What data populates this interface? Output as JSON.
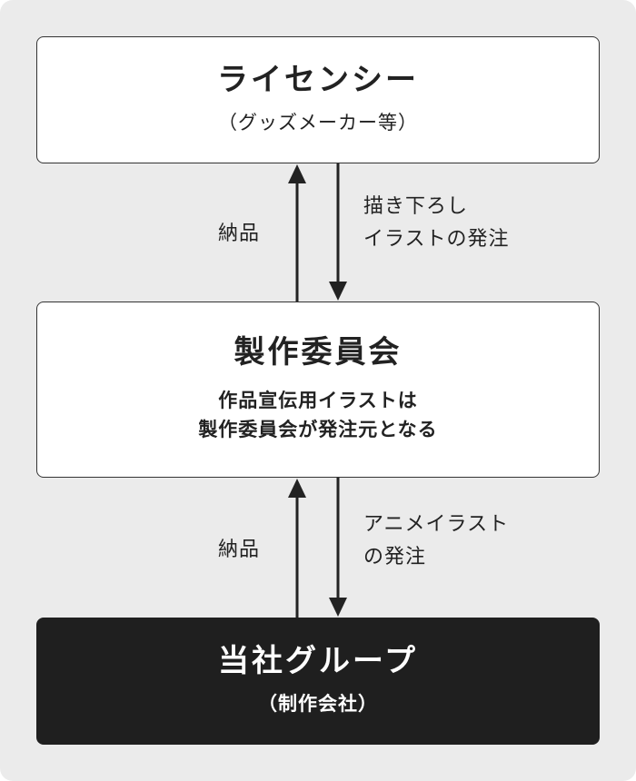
{
  "nodes": {
    "licensee": {
      "title": "ライセンシー",
      "subtitle": "（グッズメーカー等）"
    },
    "committee": {
      "title": "製作委員会",
      "subtitle": "作品宣伝用イラストは\n製作委員会が発注元となる"
    },
    "group": {
      "title": "当社グループ",
      "subtitle": "（制作会社）"
    }
  },
  "edges": {
    "committee_to_licensee": "納品",
    "licensee_to_committee": "描き下ろし\nイラストの発注",
    "group_to_committee": "納品",
    "committee_to_group": "アニメイラスト\nの発注"
  },
  "colors": {
    "background": "#ebebeb",
    "box_light": "#ffffff",
    "box_dark": "#1f1f1f",
    "line": "#222222"
  }
}
